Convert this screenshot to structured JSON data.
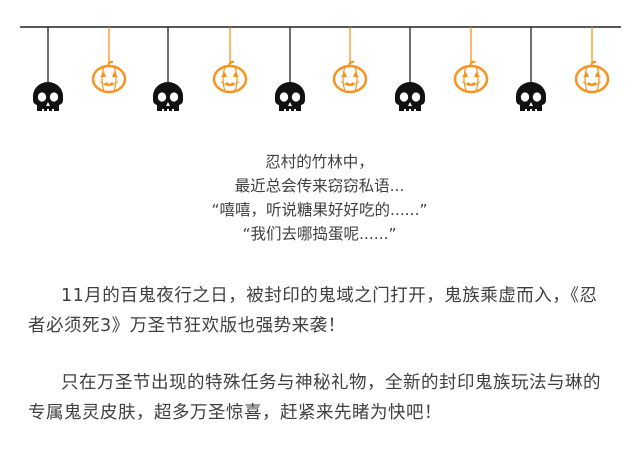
{
  "colors": {
    "skull": "#111111",
    "pumpkin": "#f7931e",
    "text": "#3f3f3f",
    "line": "#222222"
  },
  "decoration": {
    "items": [
      {
        "icon": "skull-icon"
      },
      {
        "icon": "pumpkin-icon"
      },
      {
        "icon": "skull-icon"
      },
      {
        "icon": "pumpkin-icon"
      },
      {
        "icon": "skull-icon"
      },
      {
        "icon": "pumpkin-icon"
      },
      {
        "icon": "skull-icon"
      },
      {
        "icon": "pumpkin-icon"
      },
      {
        "icon": "skull-icon"
      },
      {
        "icon": "pumpkin-icon"
      }
    ]
  },
  "poem": {
    "lines": [
      "忍村的竹林中，",
      "最近总会传来窃窃私语...",
      "“嘻嘻，听说糖果好好吃的......”",
      "“我们去哪捣蛋呢......”"
    ]
  },
  "paragraphs": [
    "11月的百鬼夜行之日，被封印的鬼域之门打开，鬼族乘虚而入，《忍者必须死3》万圣节狂欢版也强势来袭！",
    "只在万圣节出现的特殊任务与神秘礼物，全新的封印鬼族玩法与琳的专属鬼灵皮肤，超多万圣惊喜，赶紧来先睹为快吧！"
  ]
}
